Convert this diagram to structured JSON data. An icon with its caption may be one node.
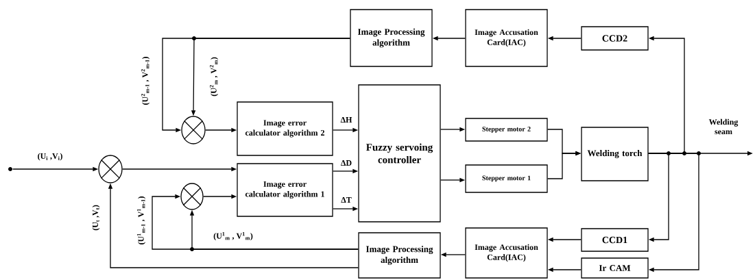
{
  "diagram": {
    "nodes": [
      {
        "text": [
          "Image Processing algorithm"
        ]
      },
      {
        "text": [
          "Image Accusation Card(IAC)"
        ]
      },
      {
        "text": [
          "CCD2"
        ]
      },
      {
        "text": [],
        "shape": "circle"
      },
      {
        "text": [
          "Image error calculator algorithm 2"
        ]
      },
      {
        "text": [
          "Fuzzy servoing controller"
        ]
      },
      {
        "text": [
          "Stepper motor 2"
        ]
      },
      {
        "text": [
          "Welding torch"
        ]
      },
      {
        "text": [],
        "shape": "circle"
      },
      {
        "text": [
          "Image error calculator algorithm 1"
        ]
      },
      {
        "text": [
          "Stepper motor 1"
        ]
      },
      {
        "text": [],
        "shape": "circle"
      },
      {
        "text": [
          "CCD1"
        ]
      },
      {
        "text": [
          "Image Processing algorithm"
        ]
      },
      {
        "text": [
          "Image Accusation Card(IAC)"
        ]
      },
      {
        "text": [
          "Ir CAM"
        ]
      },
      {
        "text": [],
        "shape": "dot"
      }
    ],
    "edges": [
      {
        "from": 1,
        "to": 0,
        "arrow": "to"
      },
      {
        "from": 2,
        "to": 1,
        "arrow": "to"
      },
      {
        "from": 7,
        "to": 2,
        "arrow": "to"
      },
      {
        "from": 0,
        "to": 3,
        "arrow": "to",
        "label": "(U$^{2}$$_{m-1}$ , V$^{2}$$_{m-1}$)"
      },
      {
        "from": 0,
        "to": 3,
        "arrow": "to",
        "label": "(U$^{2}$$_{m}$ , V$^{2}$$_{m}$)"
      },
      {
        "from": 3,
        "to": 4,
        "arrow": "to"
      },
      {
        "from": 4,
        "to": 5,
        "arrow": "to",
        "label": "ΔH"
      },
      {
        "from": 5,
        "to": 6,
        "arrow": "to"
      },
      {
        "from": 5,
        "to": 10,
        "arrow": "to"
      },
      {
        "from": 6,
        "to": 7,
        "arrow": "to"
      },
      {
        "from": 10,
        "to": 7,
        "arrow": "to"
      },
      {
        "from": 7,
        "to": null,
        "arrow": "to",
        "label": "Welding seam"
      },
      {
        "from": 16,
        "to": 8,
        "arrow": "to",
        "label": "(U$_{i}$ ,V$_{i}$)"
      },
      {
        "from": 8,
        "to": 9,
        "arrow": "to"
      },
      {
        "from": 9,
        "to": 5,
        "arrow": "to",
        "label": "ΔD"
      },
      {
        "from": 9,
        "to": 5,
        "arrow": "to",
        "label": "ΔT"
      },
      {
        "from": 11,
        "to": 9,
        "arrow": "to"
      },
      {
        "from": 13,
        "to": 11,
        "arrow": "to",
        "label": "(U$^{1}$$_{m-1}$ , V$^{1}$$_{m-1}$)"
      },
      {
        "from": 13,
        "to": 11,
        "arrow": "to",
        "label": "(U$^{1}$$_{m}$ , V$^{1}$$_{m}$)"
      },
      {
        "from": 13,
        "to": 8,
        "arrow": "to",
        "label": "(U$_{t}$ ,V$_{t}$)"
      },
      {
        "from": 14,
        "to": 13,
        "arrow": "to"
      },
      {
        "from": 12,
        "to": 14,
        "arrow": "to"
      },
      {
        "from": 15,
        "to": 14,
        "arrow": "to"
      },
      {
        "from": 7,
        "to": 12,
        "arrow": "to"
      },
      {
        "from": 7,
        "to": 15,
        "arrow": "to"
      }
    ]
  }
}
